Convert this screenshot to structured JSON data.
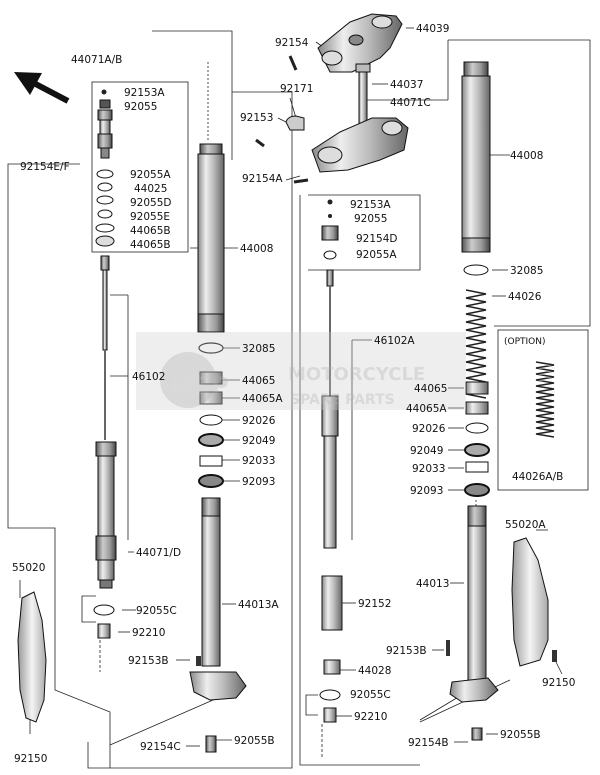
{
  "watermark": {
    "line1": "MOTORCYCLE",
    "line2": "SPARE PARTS",
    "badge": "MSP"
  },
  "labels": {
    "p44071AB": "44071A/B",
    "p92153A_l": "92153A",
    "p92055_l": "92055",
    "p92154EF": "92154E/F",
    "p92055A_l": "92055A",
    "p44025": "44025",
    "p92055D": "92055D",
    "p92055E": "92055E",
    "p44065B_1": "44065B",
    "p44065B_2": "44065B",
    "p44008_l": "44008",
    "p32085_l": "32085",
    "p46102": "46102",
    "p44065_l": "44065",
    "p44065A_l": "44065A",
    "p92026_l": "92026",
    "p92049_l": "92049",
    "p92033_l": "92033",
    "p92093_l": "92093",
    "p44071D": "44071/D",
    "p55020": "55020",
    "p92055C_l": "92055C",
    "p92210_l": "92210",
    "p44013A": "44013A",
    "p92153B_l": "92153B",
    "p92154C": "92154C",
    "p92055B_l": "92055B",
    "p92150_l": "92150",
    "p92154_t": "92154",
    "p44039": "44039",
    "p44037": "44037",
    "p92171": "92171",
    "p92153_t": "92153",
    "p44071C": "44071C",
    "p92154A": "92154A",
    "p44008_r": "44008",
    "p92153A_r": "92153A",
    "p92055_r": "92055",
    "p92154D": "92154D",
    "p92055A_r": "92055A",
    "p32085_r": "32085",
    "p44026": "44026",
    "p46102A": "46102A",
    "option": "(OPTION)",
    "p44065_r": "44065",
    "p44065A_r": "44065A",
    "p92026_r": "92026",
    "p92049_r": "92049",
    "p92033_r": "92033",
    "p92093_r": "92093",
    "p44026AB": "44026A/B",
    "p55020A": "55020A",
    "p44013": "44013",
    "p92152": "92152",
    "p92153B_r": "92153B",
    "p44028": "44028",
    "p92150_r": "92150",
    "p92055C_r": "92055C",
    "p92210_r": "92210",
    "p92154B": "92154B",
    "p92055B_r": "92055B"
  }
}
